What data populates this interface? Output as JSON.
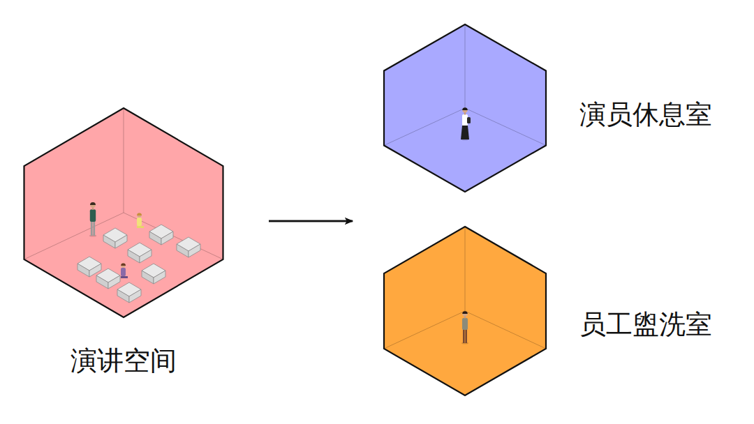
{
  "diagram": {
    "nodes": [
      {
        "text": [
          "演讲空间"
        ]
      },
      {
        "text": [
          "演员休息室"
        ]
      },
      {
        "text": [
          "员工盥洗室"
        ]
      }
    ],
    "edges": [
      {
        "from": 0,
        "to": 1,
        "arrow": "to"
      },
      {
        "from": 0,
        "to": 2,
        "arrow": "to"
      }
    ]
  }
}
